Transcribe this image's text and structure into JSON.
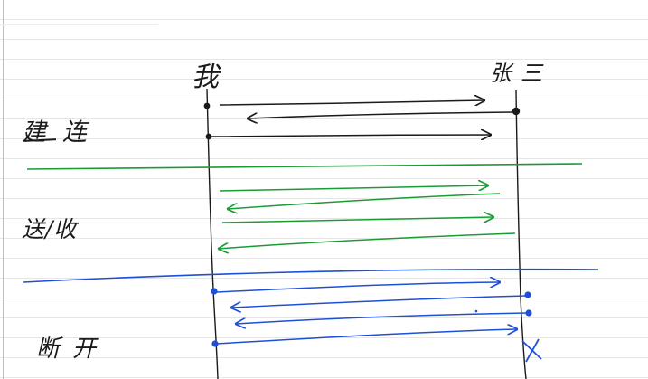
{
  "participants": {
    "left": "我",
    "right": "张三"
  },
  "sections": [
    {
      "id": "handshake",
      "label": "建连",
      "color": "#1a1a1a"
    },
    {
      "id": "transfer",
      "label": "送/收",
      "color": "#1b9b35"
    },
    {
      "id": "teardown",
      "label": "断开",
      "color": "#1f4fd6"
    }
  ],
  "colors": {
    "ink": "#1a1a1a",
    "green": "#1b9b35",
    "blue": "#1f4fd6",
    "rule": "#dfe7f1",
    "margin": "#f2a9b3"
  }
}
